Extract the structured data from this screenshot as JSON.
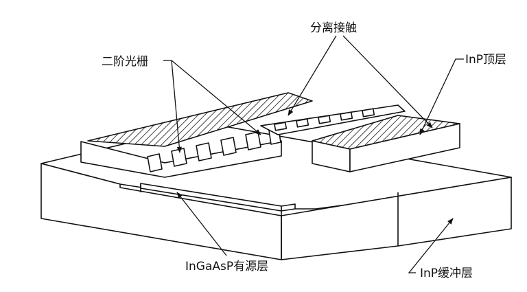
{
  "labels": {
    "grating": "二阶光栅",
    "separated_contacts": "分离接触",
    "inp_top": "InP顶层",
    "active_layer": "InGaAsP有源层",
    "buffer": "InP缓冲层"
  }
}
